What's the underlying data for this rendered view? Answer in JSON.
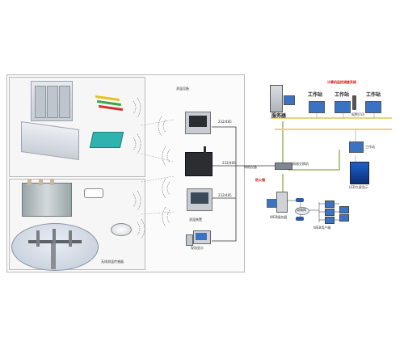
{
  "field_area": {
    "sensor_label": "无线测温传感器",
    "terminal_label": "测温装置"
  },
  "monitor_area": {
    "title": "测温设备",
    "protocols": [
      "232/485",
      "232/485",
      "232/485"
    ],
    "computer_label": "现场显示"
  },
  "network": {
    "gateway_label": "网络设备",
    "switch_label": "网络交换机",
    "firewall_label": "防火墙",
    "server_label": "WEB服务器",
    "lan_label": "局域网",
    "web_users_label": "WEB用户端"
  },
  "center": {
    "title": "计算机监控调度系统",
    "server_label": "服务器",
    "workstations": [
      "工作站",
      "工作站",
      "工作站"
    ],
    "printer_label": "报警打印",
    "ws4_label": "工作站",
    "lcd_label": "LED大屏显示"
  },
  "colors": {
    "accent_red": "#d11111",
    "cabinet_gray": "#d7dce2",
    "sensor_teal": "#2fb3ae",
    "network_line": "#6b8e23",
    "yellow_bus": "#e8d27a"
  }
}
